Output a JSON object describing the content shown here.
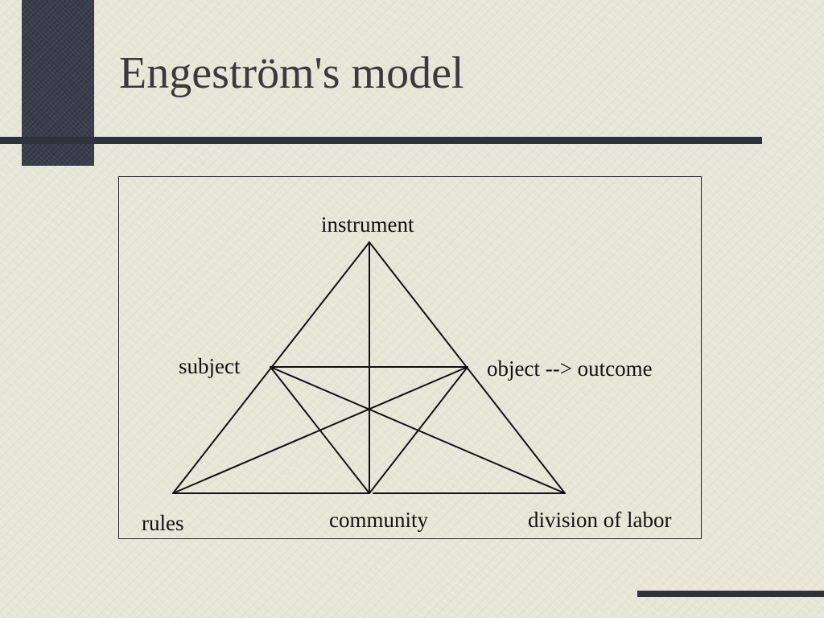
{
  "slide": {
    "title": "Engeström's model"
  },
  "diagram": {
    "labels": {
      "instrument": "instrument",
      "subject": "subject",
      "object": "object --> outcome",
      "rules": "rules",
      "community": "community",
      "division": "division of labor"
    }
  },
  "colors": {
    "background": "#e6e6d8",
    "accent": "#3a3d4a",
    "rule": "#2f323c",
    "ink": "#111111"
  }
}
